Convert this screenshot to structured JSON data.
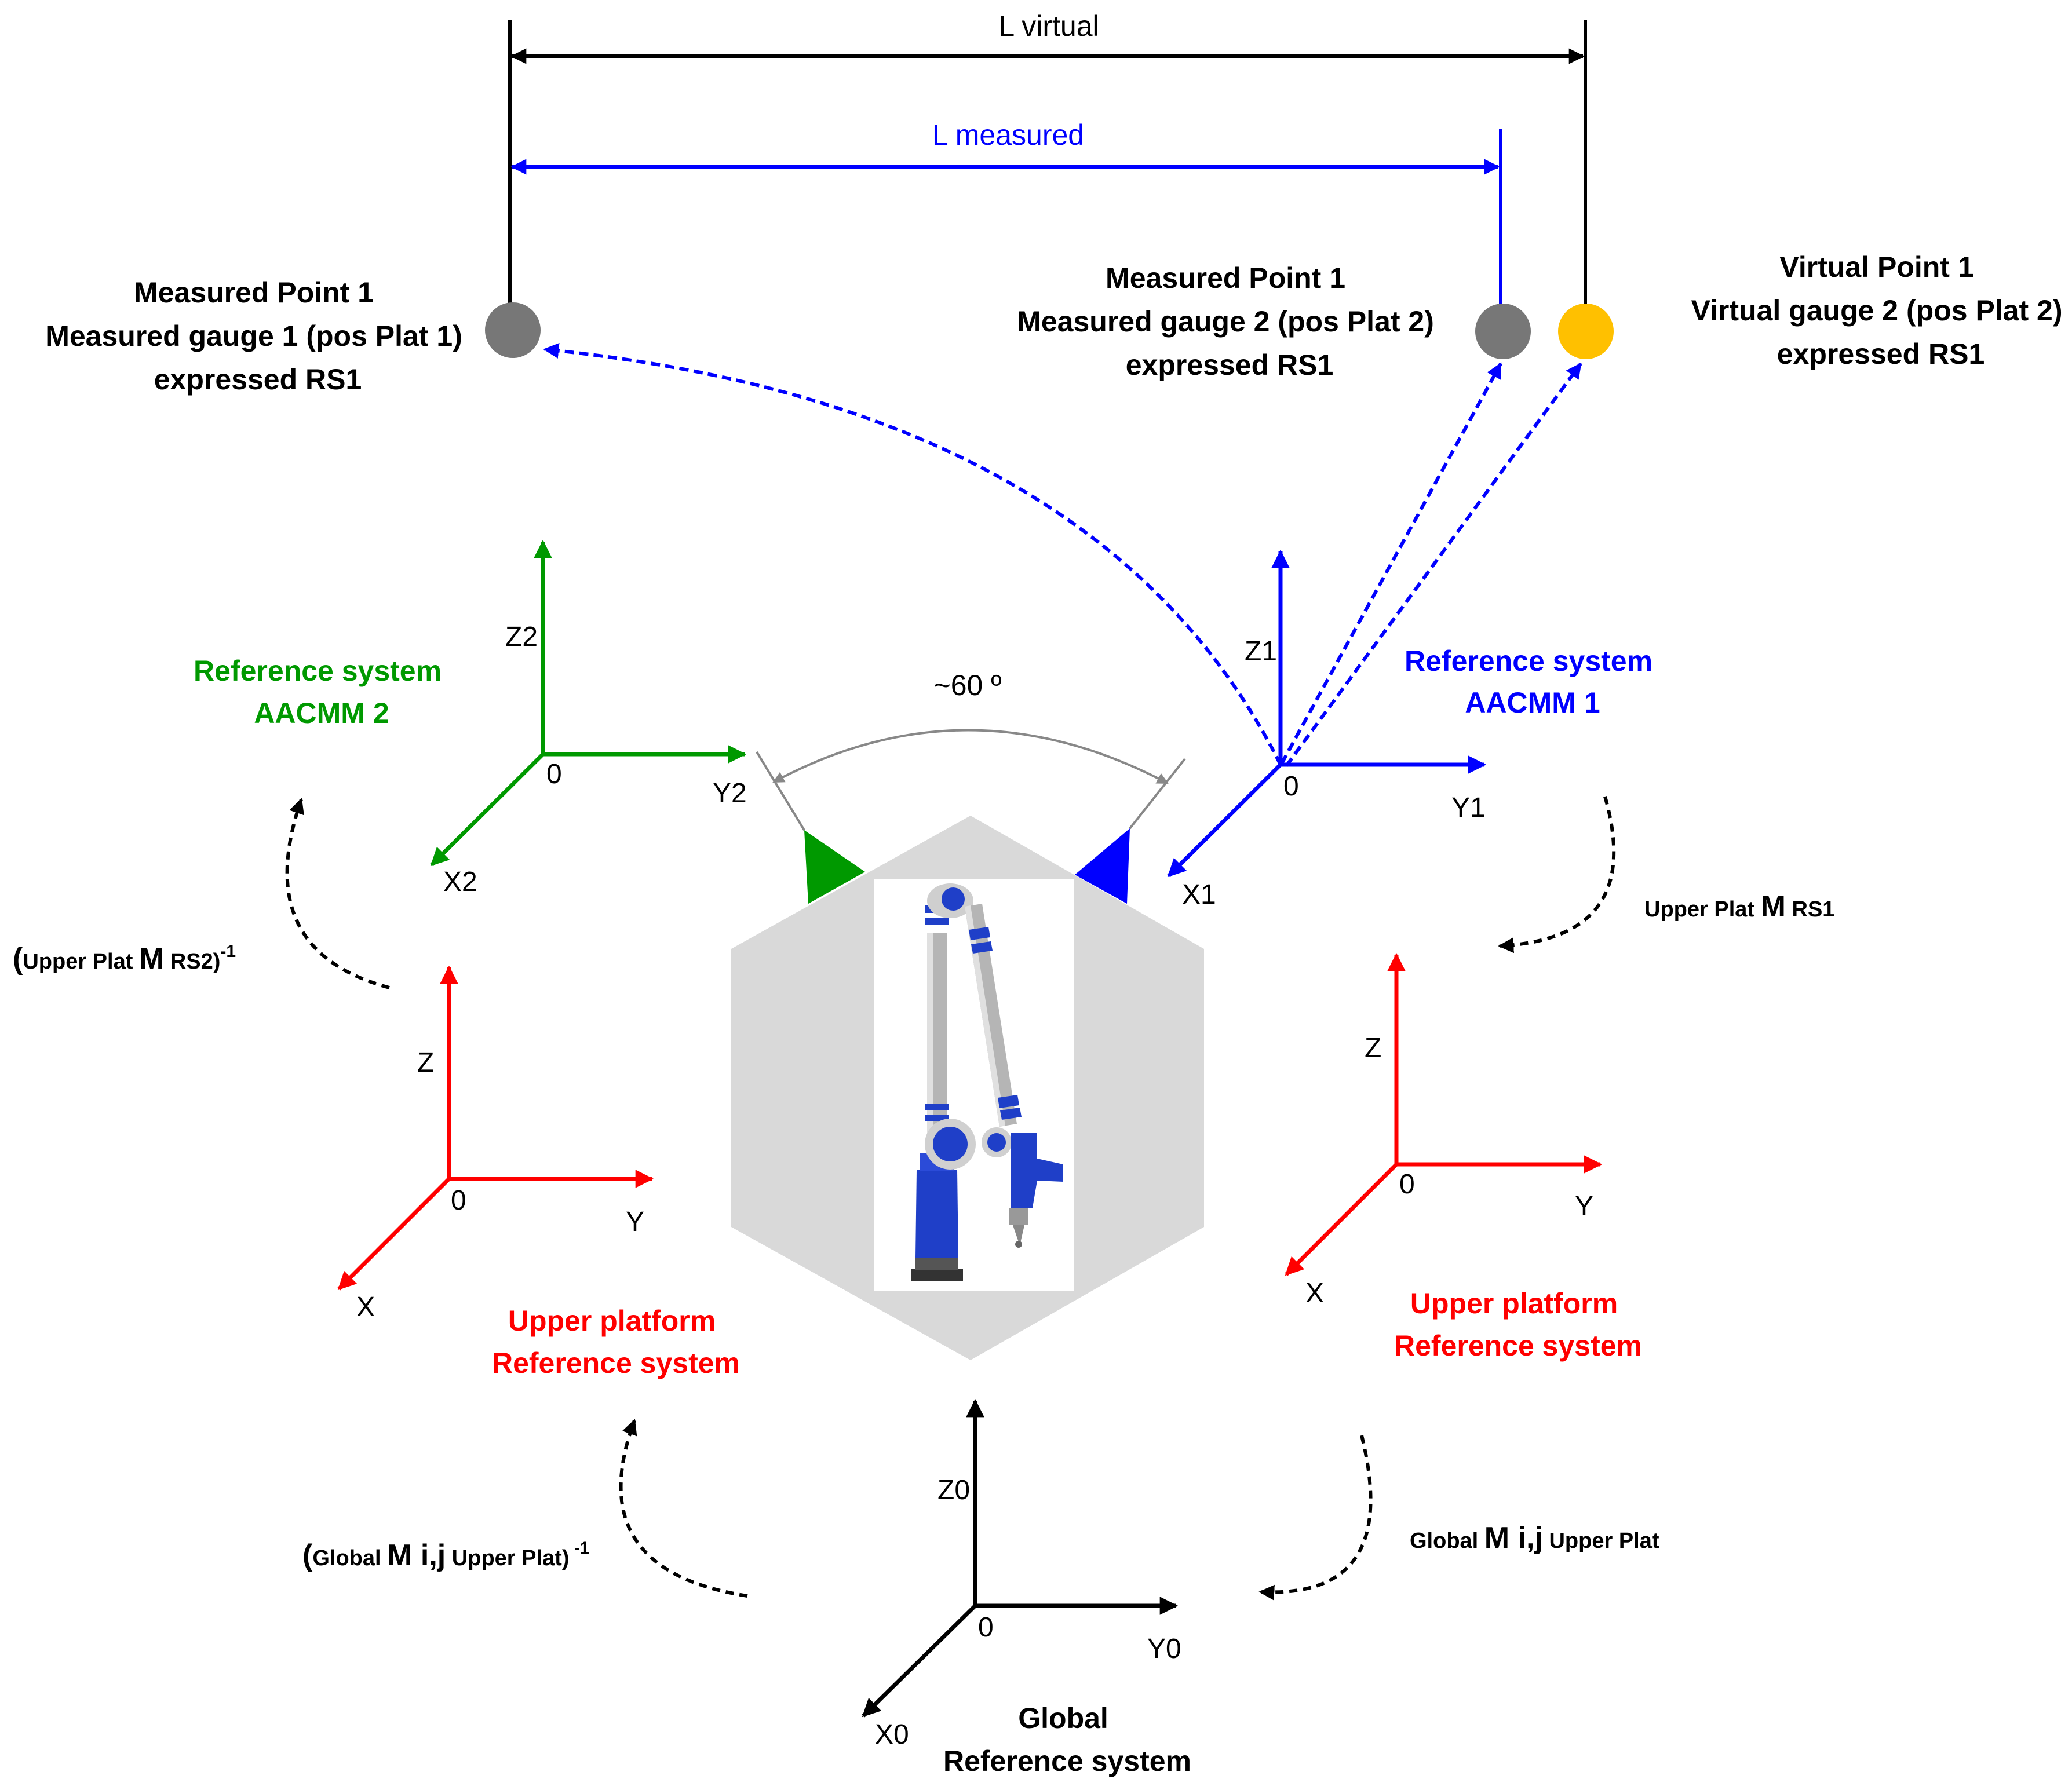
{
  "dimensions": {
    "l_virtual": "L virtual",
    "l_measured": "L measured"
  },
  "points": {
    "measured_point_1": [
      "Measured Point 1",
      "Measured gauge 1 (pos Plat 1)",
      "expressed RS1"
    ],
    "measured_point_2": [
      "Measured Point 1",
      "Measured gauge 2 (pos Plat 2)",
      "expressed RS1"
    ],
    "virtual_point_1": [
      "Virtual Point 1",
      "Virtual gauge 2 (pos Plat 2)",
      "expressed RS1"
    ]
  },
  "angle_label": "~60 º",
  "frames": {
    "aacmm2": {
      "title": [
        "Reference system",
        "AACMM 2"
      ],
      "z": "Z2",
      "y": "Y2",
      "x": "X2",
      "origin": "0"
    },
    "aacmm1": {
      "title": [
        "Reference system",
        "AACMM 1"
      ],
      "z": "Z1",
      "y": "Y1",
      "x": "X1",
      "origin": "0"
    },
    "upper_left": {
      "title": [
        "Upper platform",
        "Reference system"
      ],
      "z": "Z",
      "y": "Y",
      "x": "X",
      "origin": "0"
    },
    "upper_right": {
      "title": [
        "Upper platform",
        "Reference system"
      ],
      "z": "Z",
      "y": "Y",
      "x": "X",
      "origin": "0"
    },
    "global": {
      "title": [
        "Global",
        "Reference system"
      ],
      "z": "Z0",
      "y": "Y0",
      "x": "X0",
      "origin": "0"
    }
  },
  "transforms": {
    "upper_to_rs2": {
      "open": "(",
      "pre": "Upper Plat",
      "mid": "M",
      "sub": "RS2)",
      "sup": "-1"
    },
    "upper_to_rs1": {
      "pre": "Upper Plat",
      "mid": "M",
      "sub": "RS1"
    },
    "global_to_upper_inv": {
      "open": "(",
      "pre": "Global",
      "mid": "M i,j",
      "sub": "Upper Plat)",
      "sup": "-1"
    },
    "global_to_upper": {
      "pre": "Global",
      "mid": "M i,j",
      "sub": "Upper Plat"
    }
  },
  "colors": {
    "black": "#000000",
    "blue": "#0000ff",
    "green": "#009900",
    "red": "#ff0000",
    "gray_point": "#777777",
    "virtual_point": "#ffc000",
    "platform": "#d9d9d9",
    "arm_blue": "#1f3fc8"
  }
}
